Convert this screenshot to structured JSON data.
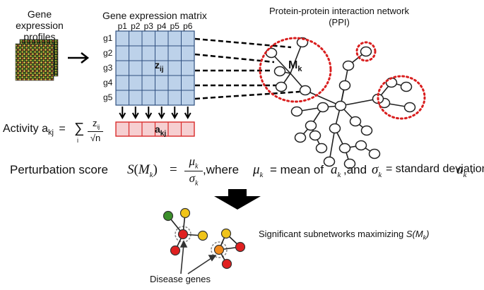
{
  "gene_profiles": {
    "title": "Gene expression profiles"
  },
  "matrix": {
    "title": "Gene expression matrix",
    "columns": [
      "p1",
      "p2",
      "p3",
      "p4",
      "p5",
      "p6"
    ],
    "rows": [
      "g1",
      "g2",
      "g3",
      "g4",
      "g5"
    ],
    "cell_symbol": "z",
    "cell_subscript": "ij",
    "fill_color": "#bdd2ea",
    "grid_color": "#2f4f7f"
  },
  "activity": {
    "label": "Activity a",
    "label_sub": "kj",
    "eq": "=",
    "sum": "∑",
    "sum_index": "i",
    "numerator": "z",
    "numerator_sub": "ij",
    "denominator": "√n",
    "cell_symbol": "a",
    "cell_subscript": "kj",
    "fill_color": "#f6cfd1",
    "border_color": "#d92b2b"
  },
  "ppi": {
    "title_line1": "Protein-protein interaction network",
    "title_line2": "(PPI)",
    "module_symbol": "M",
    "module_subscript": "k",
    "circle_color": "#d91e1e"
  },
  "perturbation": {
    "prefix": "Perturbation score",
    "S": "S",
    "M": "M",
    "k": "k",
    "equals": "=",
    "mu": "μ",
    "sigma": "σ",
    "where": ",where",
    "mu_def": "= mean of",
    "a": "a",
    "and": ",and",
    "sigma_def": "= standard deviation of",
    "period": "."
  },
  "result": {
    "significant": "Significant subnetworks maximizing",
    "significant_S": "S(M",
    "significant_k": "k",
    "significant_close": ")",
    "disease_genes": "Disease genes"
  }
}
